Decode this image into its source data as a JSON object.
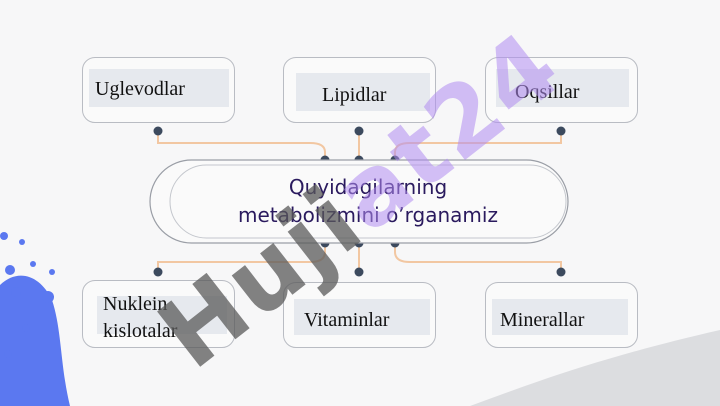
{
  "diagram": {
    "center_lines": [
      "Quyidagilarning",
      "metabolizmini o’rganamiz"
    ],
    "top_nodes": [
      {
        "label": "Uglevodlar"
      },
      {
        "label": "Lipidlar"
      },
      {
        "label": "Oqsillar"
      }
    ],
    "bottom_nodes": [
      {
        "label_lines": [
          "Nuklein",
          "kislotalar"
        ]
      },
      {
        "label": "Vitaminlar"
      },
      {
        "label": "Minerallar"
      }
    ]
  },
  "watermark": {
    "part1": "Huji",
    "part2": "at24"
  },
  "colors": {
    "connector": "#f2c7a2",
    "dot": "#3c4a5e",
    "box_border": "#b9bcc3",
    "label_bg": "#e6e9ee",
    "center_text": "#2a1a5e",
    "blob": "#5b78f0",
    "gray_swoosh": "#dcdde0"
  }
}
